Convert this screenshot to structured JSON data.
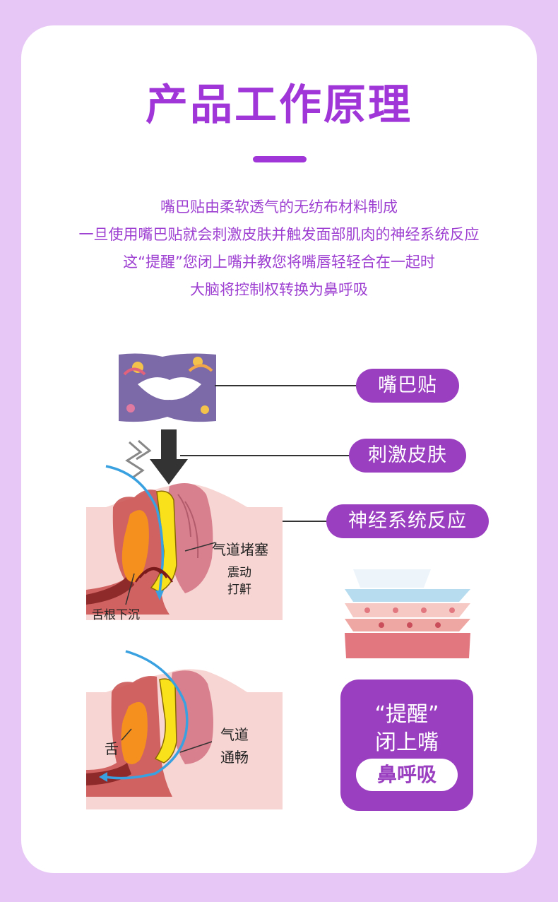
{
  "title": "产品工作原理",
  "description": [
    "嘴巴贴由柔软透气的无纺布材料制成",
    "一旦使用嘴巴贴就会刺激皮肤并触发面部肌肉的神经系统反应",
    "这“提醒”您闭上嘴并教您将嘴唇轻轻合在一起时",
    "大脑将控制权转换为鼻呼吸"
  ],
  "pills": {
    "mouth_tape": "嘴巴贴",
    "stimulate_skin": "刺激皮肤",
    "nerve_response": "神经系统反应"
  },
  "diagram_top": {
    "airway_blocked": "气道堵塞",
    "vibration": "震动",
    "snoring": "打鼾",
    "tongue_sinks": "舌根下沉"
  },
  "diagram_bottom": {
    "tongue": "舌",
    "airway_line1": "气道",
    "airway_line2": "通畅"
  },
  "remind_box": {
    "line1": "“提醒”",
    "line2": "闭上嘴",
    "button": "鼻呼吸"
  },
  "colors": {
    "accent": "#a035d8",
    "pill": "#9a3fc0",
    "background": "#e7c7f5",
    "tongue": "#f5901e",
    "airway_flow": "#3aa1e0",
    "tissue": "#f7d5d2"
  }
}
